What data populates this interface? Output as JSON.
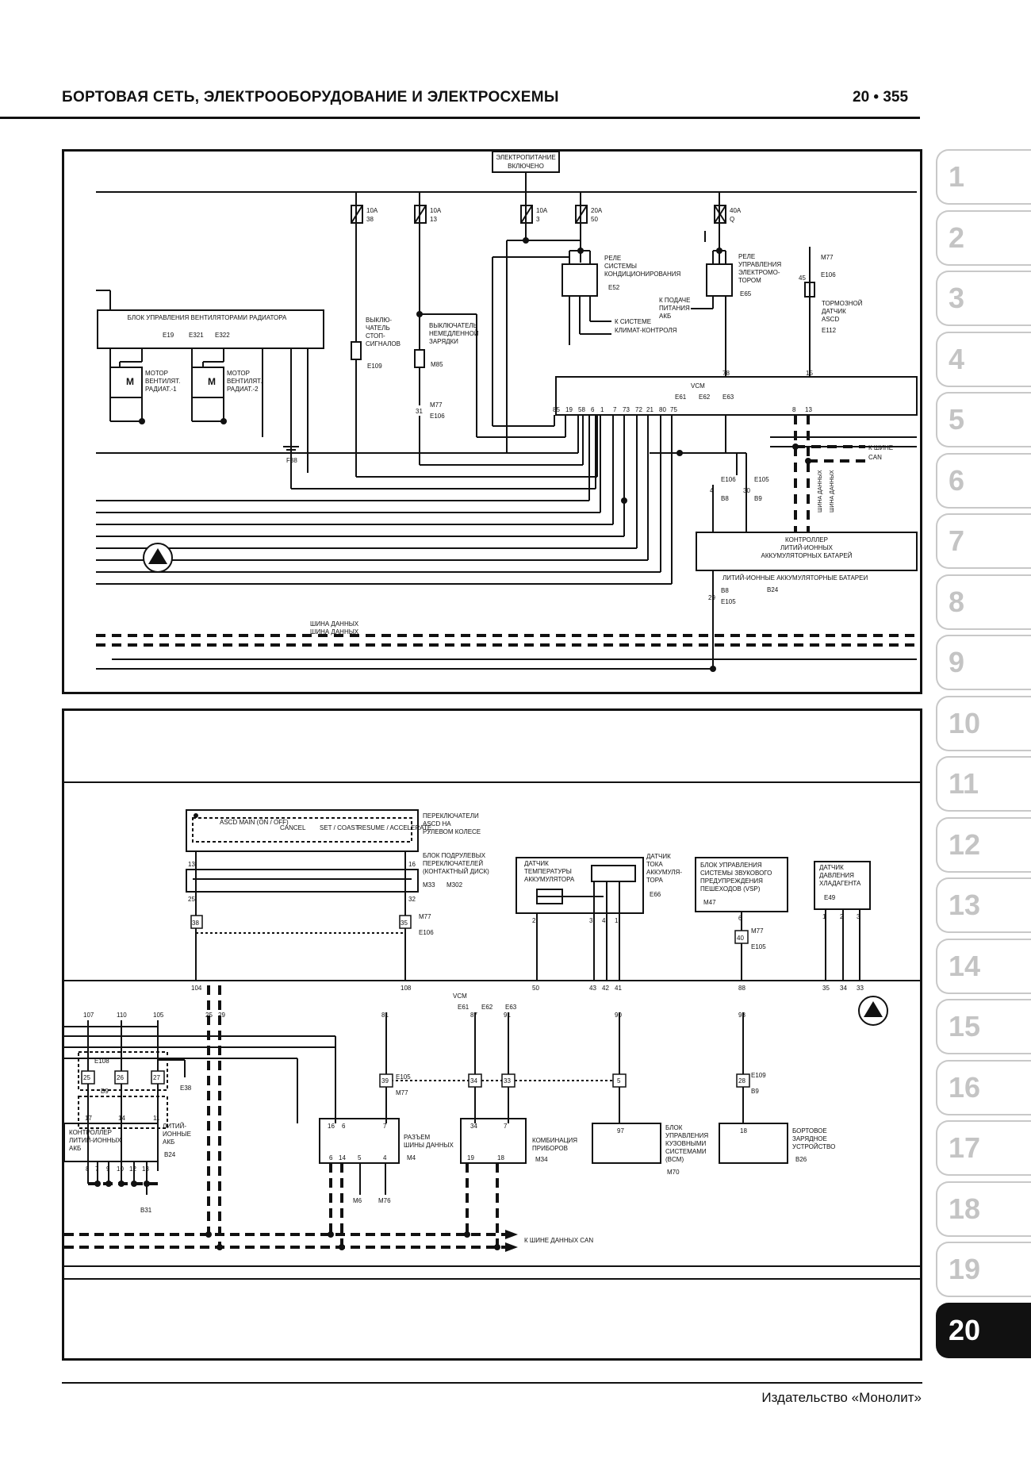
{
  "header": {
    "title": "БОРТОВАЯ СЕТЬ, ЭЛЕКТРООБОРУДОВАНИЕ И ЭЛЕКТРОСХЕМЫ",
    "page": "20 • 355"
  },
  "footer": {
    "publisher": "Издательство «Монолит»"
  },
  "tabs": [
    {
      "label": "1"
    },
    {
      "label": "2"
    },
    {
      "label": "3"
    },
    {
      "label": "4"
    },
    {
      "label": "5"
    },
    {
      "label": "6"
    },
    {
      "label": "7"
    },
    {
      "label": "8"
    },
    {
      "label": "9"
    },
    {
      "label": "10"
    },
    {
      "label": "11"
    },
    {
      "label": "12"
    },
    {
      "label": "13"
    },
    {
      "label": "14"
    },
    {
      "label": "15"
    },
    {
      "label": "16"
    },
    {
      "label": "17"
    },
    {
      "label": "18"
    },
    {
      "label": "19"
    },
    {
      "label": "20",
      "active": true
    }
  ],
  "top": {
    "power_on": [
      "ЭЛЕКТРОПИТАНИЕ",
      "ВКЛЮЧЕНО"
    ],
    "fuses": [
      {
        "rating": "10A",
        "num": "38"
      },
      {
        "rating": "10A",
        "num": "13"
      },
      {
        "rating": "10A",
        "num": "3"
      },
      {
        "rating": "20A",
        "num": "50"
      },
      {
        "rating": "40A",
        "num": "Q"
      }
    ],
    "fan_block": {
      "title": "БЛОК УПРАВЛЕНИЯ ВЕНТИЛЯТОРАМИ РАДИАТОРА",
      "connectors": [
        "E19",
        "E321",
        "E322"
      ]
    },
    "motor1": [
      "МОТОР",
      "ВЕНТИЛЯТ.",
      "РАДИАТ.-1"
    ],
    "motor2": [
      "МОТОР",
      "ВЕНТИЛЯТ.",
      "РАДИАТ.-2"
    ],
    "stop_switch": [
      "ВЫКЛЮ-",
      "ЧАТЕЛЬ",
      "СТОП-",
      "СИГНАЛОВ"
    ],
    "stop_conn": "E109",
    "charge_switch": [
      "ВЫКЛЮЧАТЕЛЬ",
      "НЕМЕДЛЕННОЙ",
      "ЗАРЯДКИ"
    ],
    "charge_conn": "M85",
    "ac_relay": [
      "РЕЛЕ",
      "СИСТЕМЫ",
      "КОНДИЦИОНИРОВАНИЯ"
    ],
    "ac_conn": "E52",
    "to_climate": [
      "К СИСТЕМЕ",
      "КЛИМАТ-КОНТРОЛЯ"
    ],
    "ecomp_relay": [
      "РЕЛЕ",
      "УПРАВЛЕНИЯ",
      "ЭЛЕКТРОМО-",
      "ТОРОМ"
    ],
    "ecomp_conn": "E65",
    "to_abs": [
      "К ПОДАЧЕ",
      "ПИТАНИЯ",
      "АКБ"
    ],
    "brake_sensor": [
      "ТОРМОЗНОЙ",
      "ДАТЧИК",
      "АSCD"
    ],
    "brake_conns": [
      "M77",
      "E106",
      "E112"
    ],
    "brake_pin": "45",
    "vcm_label": "VCM",
    "vcm_conns": [
      "E61",
      "E62",
      "E63"
    ],
    "vcm_pins": [
      "85",
      "19",
      "58",
      "6",
      "1",
      "7",
      "73",
      "72",
      "21",
      "80",
      "75"
    ],
    "vcm_pins_right": [
      "8",
      "13"
    ],
    "vcm_top_pins": [
      "78",
      "15"
    ],
    "can_label": [
      "К ШИНЕ",
      "CAN"
    ],
    "can_vertical": [
      "ШИНА ДАННЫХ",
      "ШИНА ДАННЫХ"
    ],
    "li_ctrl": [
      "КОНТРОЛЛЕР",
      "ЛИТИЙ-ИОННЫХ",
      "АККУМУЛЯТОРНЫХ БАТАРЕЙ"
    ],
    "li_battery": "ЛИТИЙ-ИОННЫЕ АККУМУЛЯТОРНЫЕ БАТАРЕИ",
    "li_conns": [
      "E106",
      "B8",
      "E105",
      "B9",
      "B24",
      "B8",
      "E105"
    ],
    "li_pins": [
      "4",
      "30",
      "29"
    ],
    "ground": "F38",
    "pin31": "31",
    "pin31_conns": [
      "M77",
      "E106"
    ],
    "data_bus": [
      "ШИНА ДАННЫХ",
      "ШИНА ДАННЫХ"
    ]
  },
  "bottom": {
    "switches": [
      "ASCD MAIN (ON / OFF)",
      "CANCEL",
      "SET / COAST",
      "RESUME / ACCELERATE"
    ],
    "switches_label": [
      "ПЕРЕКЛЮЧАТЕЛИ",
      "ASCD НА",
      "РУЛЕВОМ КОЛЕСЕ"
    ],
    "spiral_label": [
      "БЛОК ПОДРУЛЕВЫХ",
      "ПЕРЕКЛЮЧАТЕЛЕЙ",
      "(КОНТАКТНЫЙ ДИСК)"
    ],
    "spiral_conns": [
      "M33",
      "M302"
    ],
    "spiral_pins": [
      "13",
      "16",
      "25",
      "32"
    ],
    "pins_38_35": [
      "38",
      "35"
    ],
    "conn_m77_e106": [
      "M77",
      "E106"
    ],
    "batt_temp": [
      "ДАТЧИК",
      "ТЕМПЕРАТУРЫ",
      "АККУМУЛЯТОРА"
    ],
    "batt_current": [
      "ДАТЧИК",
      "ТОКА",
      "АККУМУЛЯ-",
      "ТОРА"
    ],
    "batt_conn": "E66",
    "batt_pins": [
      "2",
      "3",
      "4",
      "1"
    ],
    "vsp": [
      "БЛОК УПРАВЛЕНИЯ",
      "СИСТЕМЫ ЗВУКОВОГО",
      "ПРЕДУПРЕЖДЕНИЯ",
      "ПЕШЕХОДОВ (VSP)"
    ],
    "vsp_conn": "M47",
    "vsp_pin": "6",
    "vsp_conn2": [
      "M77",
      "E105"
    ],
    "refrig": [
      "ДАТЧИК",
      "ДАВЛЕНИЯ",
      "ХЛАДАГЕНТА"
    ],
    "refrig_conn": "E49",
    "refrig_pins": [
      "1",
      "2",
      "3"
    ],
    "vcm_bottom_pins": [
      "104",
      "108",
      "50",
      "43",
      "42",
      "41",
      "88",
      "35",
      "34",
      "33"
    ],
    "vcm_label": "VCM",
    "vcm_conns": [
      "E61",
      "E62",
      "E63"
    ],
    "vcm_pins2": [
      "107",
      "110",
      "105",
      "25",
      "29",
      "81",
      "87",
      "91",
      "90",
      "98"
    ],
    "li_ctrl": [
      "КОНТРОЛЛЕР",
      "ЛИТИЙ-ИОННЫХ",
      "АКБ"
    ],
    "li_label": [
      "ЛИТИЙ-",
      "ИОННЫЕ",
      "АКБ"
    ],
    "li_conn": "B24",
    "li_pins_top": [
      "17",
      "14",
      "11"
    ],
    "li_pins_bottom": [
      "8",
      "7",
      "9",
      "10",
      "12",
      "13"
    ],
    "li_ground": "B31",
    "conn_e108_b9": [
      "E108",
      "B9"
    ],
    "pins_25_26_27": [
      "25",
      "26",
      "27"
    ],
    "ground_e38": "E38",
    "data_conn": [
      "РАЗЪЕМ",
      "ШИНЫ ДАННЫХ"
    ],
    "data_conn_id": "M4",
    "data_conn_pins": [
      "16",
      "6",
      "7",
      "6",
      "14",
      "5",
      "4"
    ],
    "gnd_m6_m76": [
      "M6",
      "M76"
    ],
    "pin39": "39",
    "conn39": [
      "E105",
      "M77"
    ],
    "pins_34_33": [
      "34",
      "33"
    ],
    "combi": [
      "КОМБИНАЦИЯ",
      "ПРИБОРОВ"
    ],
    "combi_conn": "M34",
    "combi_pins": [
      "34",
      "7",
      "19",
      "18"
    ],
    "bcm": [
      "БЛОК",
      "УПРАВЛЕНИЯ",
      "КУЗОВНЫМИ",
      "СИСТЕМАМИ",
      "(BCM)"
    ],
    "bcm_conn": "M70",
    "bcm_pins": [
      "5",
      "97"
    ],
    "onboard_charger": [
      "БОРТОВОЕ",
      "ЗАРЯДНОЕ",
      "УСТРОЙСТВО"
    ],
    "charger_conn": "B26",
    "charger_pins": [
      "28",
      "18"
    ],
    "conn_e109_b9": [
      "E109",
      "B9"
    ],
    "to_can": "К ШИНЕ ДАННЫХ CAN"
  }
}
